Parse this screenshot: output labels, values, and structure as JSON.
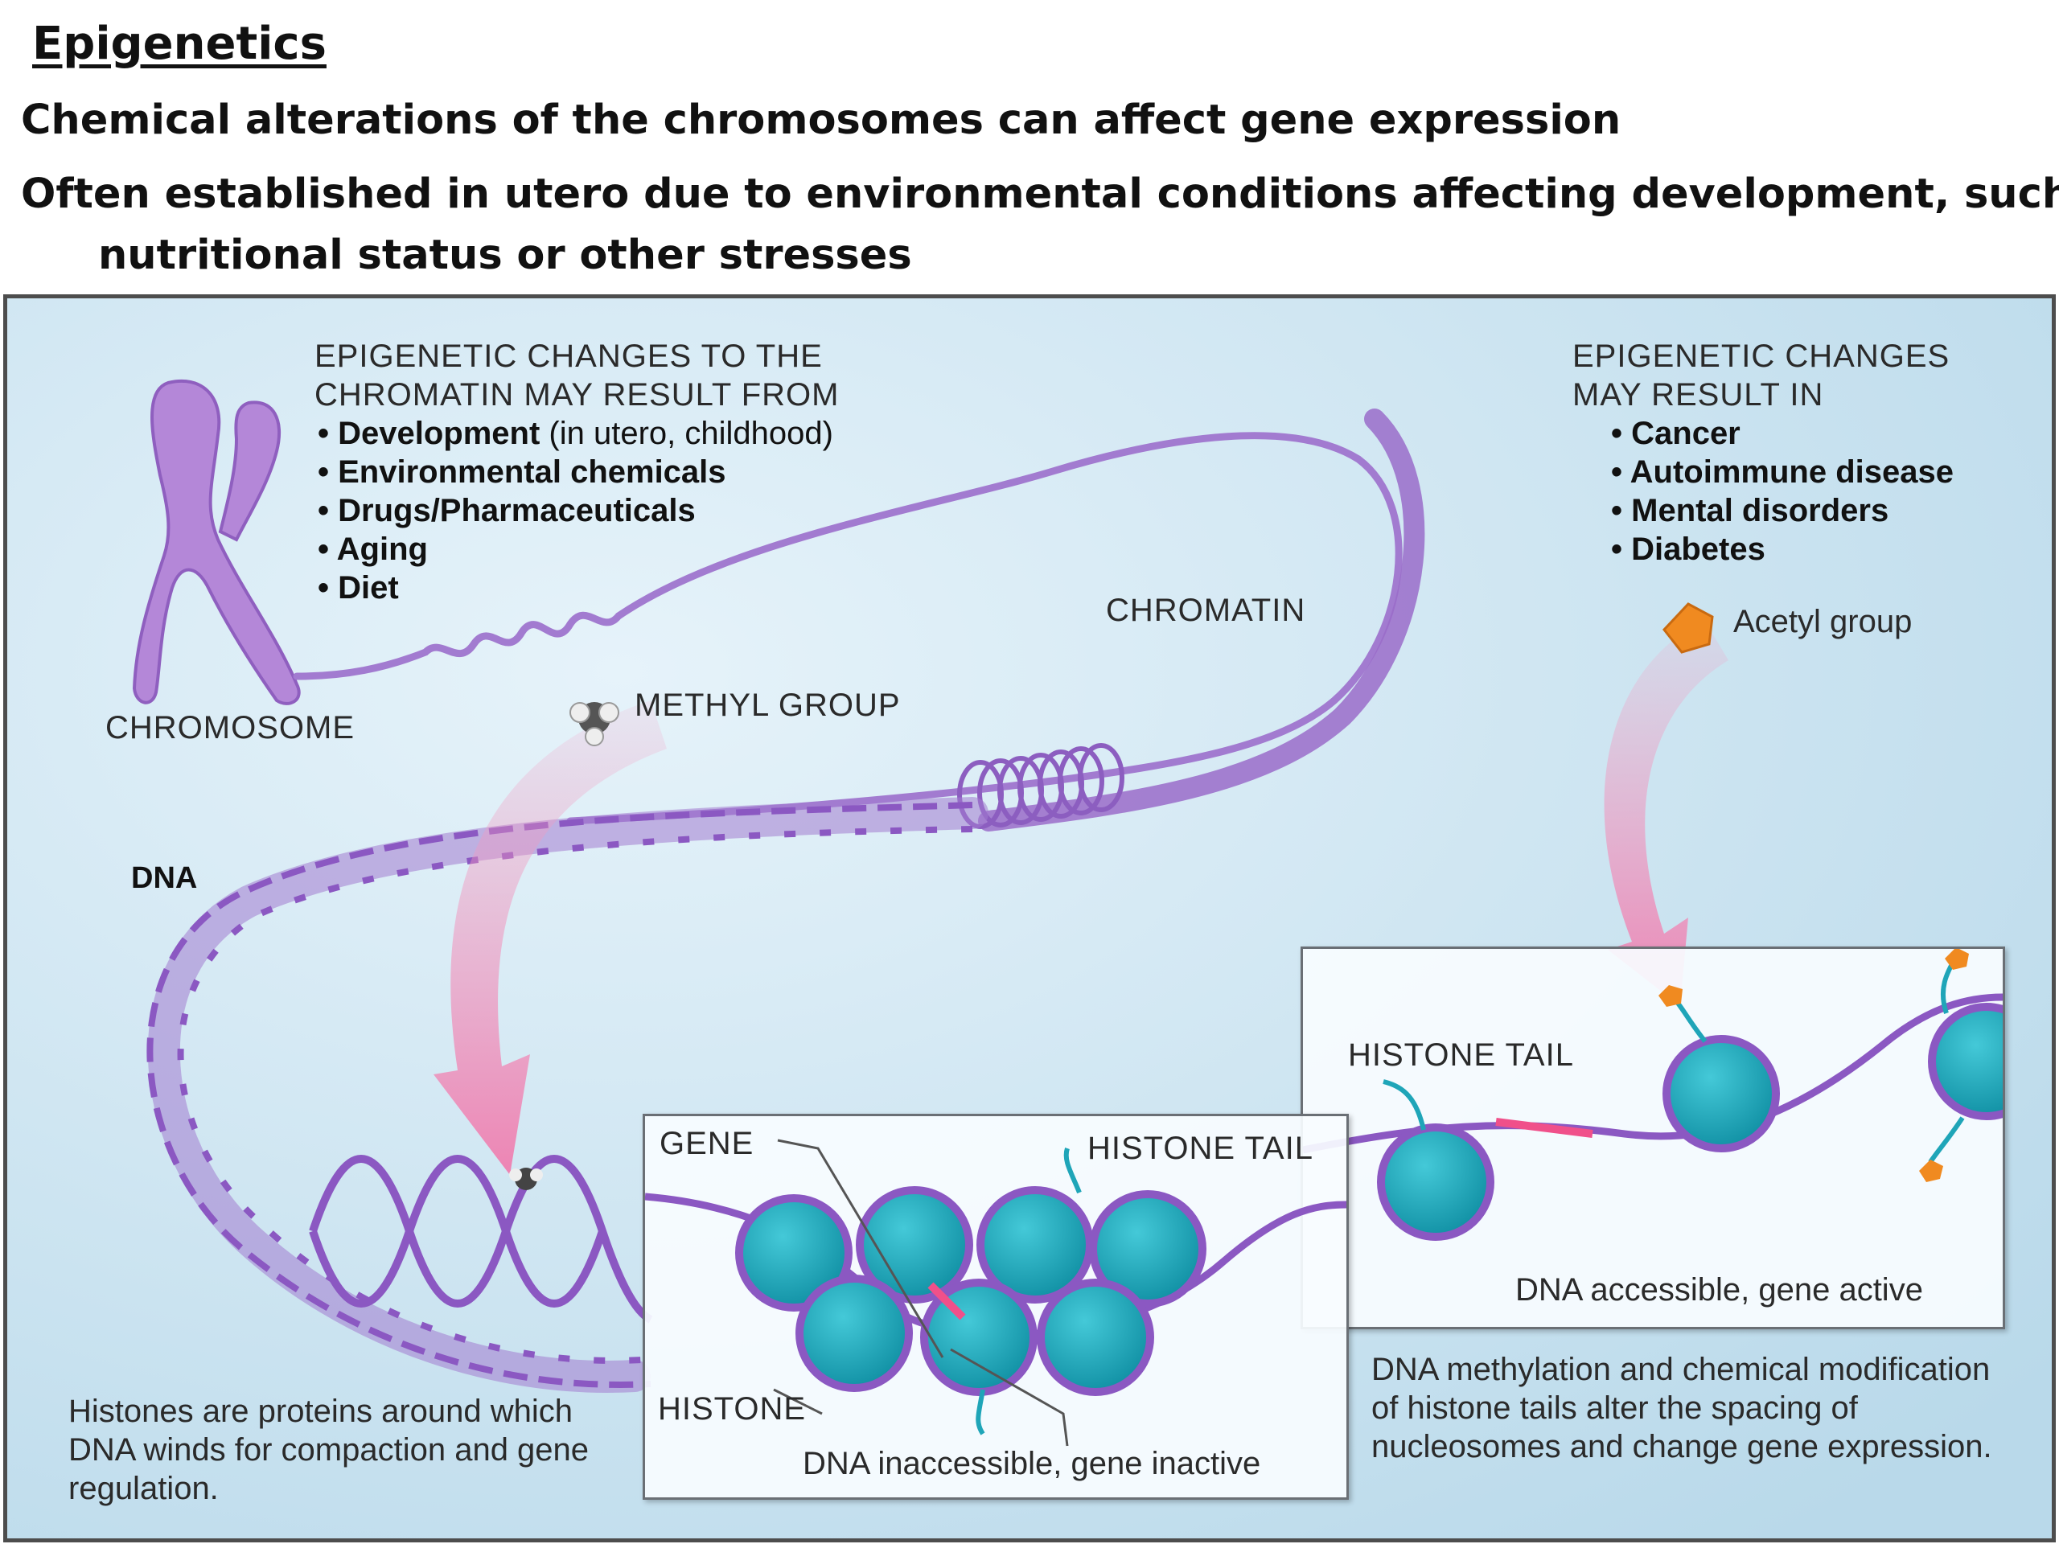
{
  "header": {
    "title": "Epigenetics",
    "line1": "Chemical alterations of the chromosomes can affect gene expression",
    "line2a": "Often established in utero due to environmental conditions affecting development, such as",
    "line2b": "nutritional status or other stresses"
  },
  "diagram": {
    "causes": {
      "heading1": "EPIGENETIC CHANGES TO THE",
      "heading2": "CHROMATIN MAY RESULT FROM",
      "items": [
        {
          "bold": "Development",
          "rest": " (in utero, childhood)"
        },
        {
          "bold": "Environmental chemicals",
          "rest": ""
        },
        {
          "bold": "Drugs/Pharmaceuticals",
          "rest": ""
        },
        {
          "bold": "Aging",
          "rest": ""
        },
        {
          "bold": "Diet",
          "rest": ""
        }
      ]
    },
    "results": {
      "heading1": "EPIGENETIC CHANGES",
      "heading2": "MAY RESULT IN",
      "items": [
        "Cancer",
        "Autoimmune disease",
        "Mental disorders",
        "Diabetes"
      ]
    },
    "labels": {
      "chromosome": "CHROMOSOME",
      "chromatin": "CHROMATIN",
      "methyl_group": "METHYL GROUP",
      "acetyl_group": "Acetyl group",
      "dna": "DNA",
      "gene": "GENE",
      "histone_tail_left": "HISTONE TAIL",
      "histone_tail_right": "HISTONE TAIL",
      "histone": "HISTONE",
      "inaccessible": "DNA inaccessible, gene inactive",
      "accessible": "DNA accessible, gene active"
    },
    "notes": {
      "histones": "Histones are proteins around which DNA winds for compaction and gene regulation.",
      "methylation": "DNA methylation and chemical modification of histone tails alter the spacing of nucleosomes and change gene expression."
    },
    "colors": {
      "chromatin": "#a27bd0",
      "histone": "#1fa5b8",
      "acetyl": "#f08a20",
      "arrow": "#f4a3c6",
      "background": "#cfe6f3"
    }
  }
}
